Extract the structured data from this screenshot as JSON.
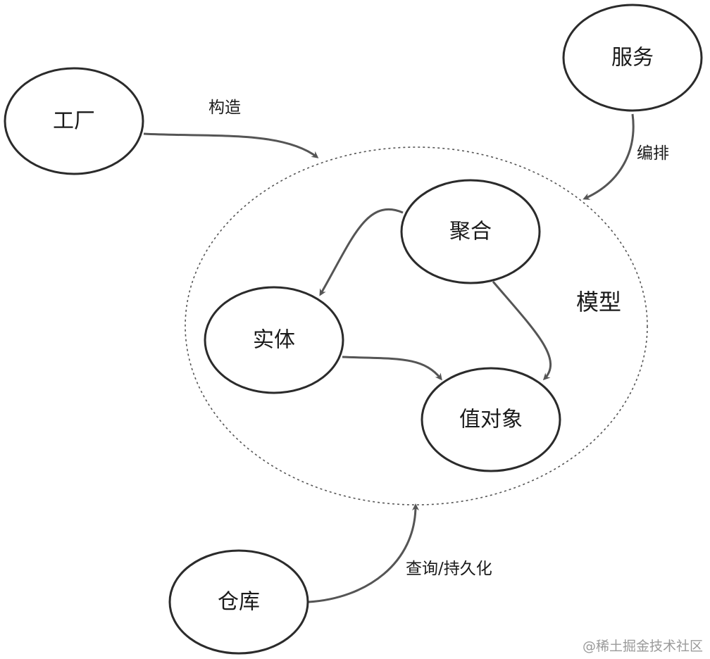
{
  "nodes": {
    "factory": "工厂",
    "service": "服务",
    "aggregate": "聚合",
    "entity": "实体",
    "value_object": "值对象",
    "repository": "仓库"
  },
  "model_label": "模型",
  "edges": {
    "factory_to_model": "构造",
    "service_to_model": "编排",
    "repository_to_model": "查询/持久化"
  },
  "colors": {
    "node_stroke": "#2b2b2b",
    "edge_stroke": "#555555",
    "watermark": "#9a9a9a"
  },
  "watermark": "@稀土掘金技术社区"
}
